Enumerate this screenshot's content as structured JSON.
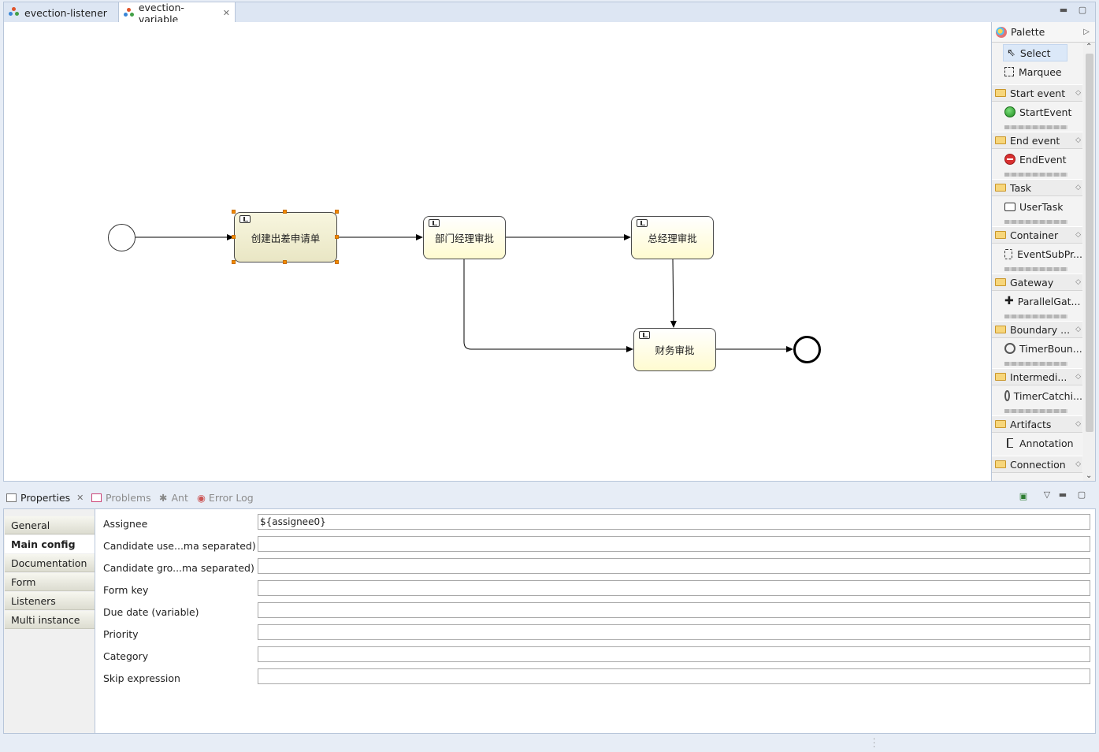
{
  "editor_tabs": [
    {
      "label": "evection-listener"
    },
    {
      "label": "evection-variable"
    }
  ],
  "diagram": {
    "tasks": [
      {
        "label": "创建出差申请单"
      },
      {
        "label": "部门经理审批"
      },
      {
        "label": "总经理审批"
      },
      {
        "label": "财务审批"
      }
    ]
  },
  "palette": {
    "title": "Palette",
    "tools": [
      {
        "label": "Select"
      },
      {
        "label": "Marquee"
      }
    ],
    "drawers": [
      {
        "label": "Start event",
        "entry": "StartEvent"
      },
      {
        "label": "End event",
        "entry": "EndEvent"
      },
      {
        "label": "Task",
        "entry": "UserTask"
      },
      {
        "label": "Container",
        "entry": "EventSubPr..."
      },
      {
        "label": "Gateway",
        "entry": "ParallelGat..."
      },
      {
        "label": "Boundary ...",
        "entry": "TimerBoun..."
      },
      {
        "label": "Intermedi...",
        "entry": "TimerCatchi..."
      },
      {
        "label": "Artifacts",
        "entry": "Annotation"
      },
      {
        "label": "Connection"
      }
    ]
  },
  "views": {
    "tabs": [
      {
        "label": "Properties"
      },
      {
        "label": "Problems"
      },
      {
        "label": "Ant"
      },
      {
        "label": "Error Log"
      }
    ]
  },
  "properties": {
    "sections": [
      {
        "label": "General"
      },
      {
        "label": "Main config"
      },
      {
        "label": "Documentation"
      },
      {
        "label": "Form"
      },
      {
        "label": "Listeners"
      },
      {
        "label": "Multi instance"
      }
    ],
    "fields": [
      {
        "label": "Assignee",
        "value": "${assignee0}"
      },
      {
        "label": "Candidate use...ma separated)",
        "value": ""
      },
      {
        "label": "Candidate gro...ma separated)",
        "value": ""
      },
      {
        "label": "Form key",
        "value": ""
      },
      {
        "label": "Due date (variable)",
        "value": ""
      },
      {
        "label": "Priority",
        "value": ""
      },
      {
        "label": "Category",
        "value": ""
      },
      {
        "label": "Skip expression",
        "value": ""
      }
    ]
  },
  "colors": {
    "accent_selection": "#f28a00",
    "start_event": "#2fa12f",
    "end_event": "#d83030",
    "task_fill": "#fffbd0"
  }
}
